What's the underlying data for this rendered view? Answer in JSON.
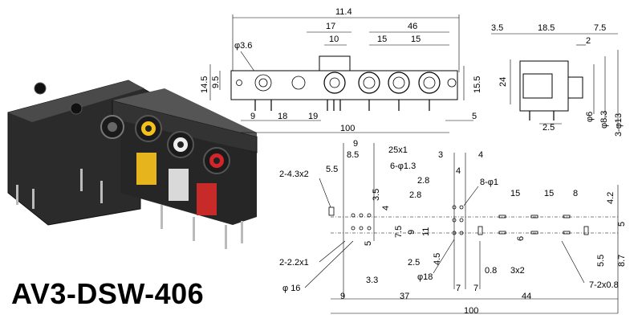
{
  "model": "AV3-DSW-406",
  "front_view": {
    "top_dims": [
      "11.4",
      "17",
      "10",
      "46",
      "15",
      "15"
    ],
    "hole_label": "φ3.6",
    "left_dims": [
      "14.5",
      "9.5"
    ],
    "right_dim": "15.5",
    "bottom_dims": [
      "9",
      "18",
      "19",
      "100",
      "5"
    ]
  },
  "side_view": {
    "top_dims": [
      "3.5",
      "18.5",
      "7.5",
      "2"
    ],
    "left_dim": "24",
    "bottom_dims": [
      "2.5",
      "φ6",
      "φ8.3",
      "3-φ13"
    ]
  },
  "pcb_layout": {
    "dims": [
      "9",
      "8.5",
      "25x1",
      "5.5",
      "6-φ1.3",
      "2-4.3x2",
      "3.5",
      "4",
      "3",
      "4",
      "2.8",
      "4",
      "8-φ1",
      "2.8",
      "15",
      "15",
      "8",
      "4.2",
      "7.5",
      "9",
      "11",
      "5",
      "6",
      "5",
      "4.5",
      "2.5",
      "0.8",
      "3x2",
      "φ18",
      "5.5",
      "8.7",
      "2-2.2x1",
      "φ 16",
      "3.3",
      "7",
      "7",
      "7-2x0.8",
      "9",
      "37",
      "44",
      "100"
    ]
  }
}
